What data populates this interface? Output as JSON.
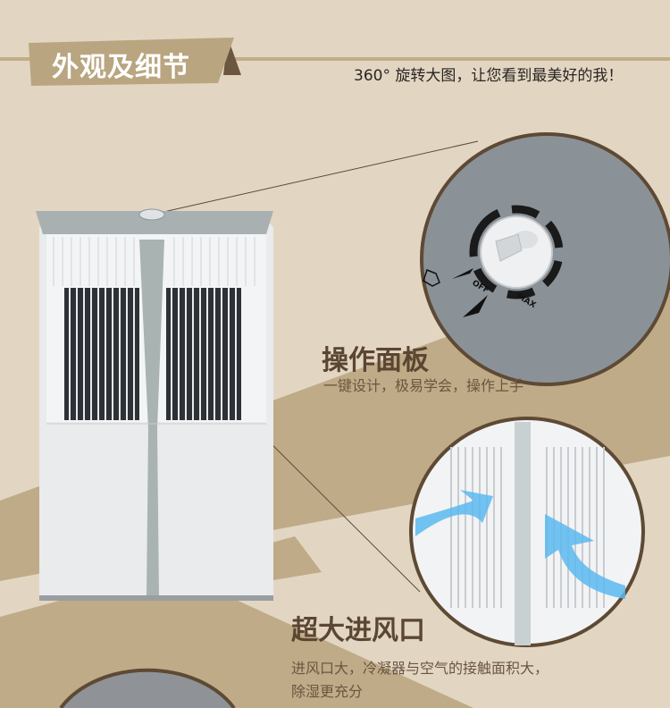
{
  "header": {
    "section_title": "外观及细节",
    "subtitle": "360° 旋转大图，让您看到最美好的我！"
  },
  "features": [
    {
      "title": "操作面板",
      "description": "一键设计，极易学会，操作上手"
    },
    {
      "title": "超大进风口",
      "description_line1": "进风口大，冷凝器与空气的接触面积大，",
      "description_line2": "除湿更充分"
    }
  ],
  "control_dial": {
    "label_off": "OFF",
    "label_max": "MAX"
  },
  "colors": {
    "background": "#e2d6c3",
    "band": "#bfab87",
    "ribbon": "#b9a580",
    "title_text": "#5a4632",
    "airflow_arrow": "#5ab8ee"
  }
}
